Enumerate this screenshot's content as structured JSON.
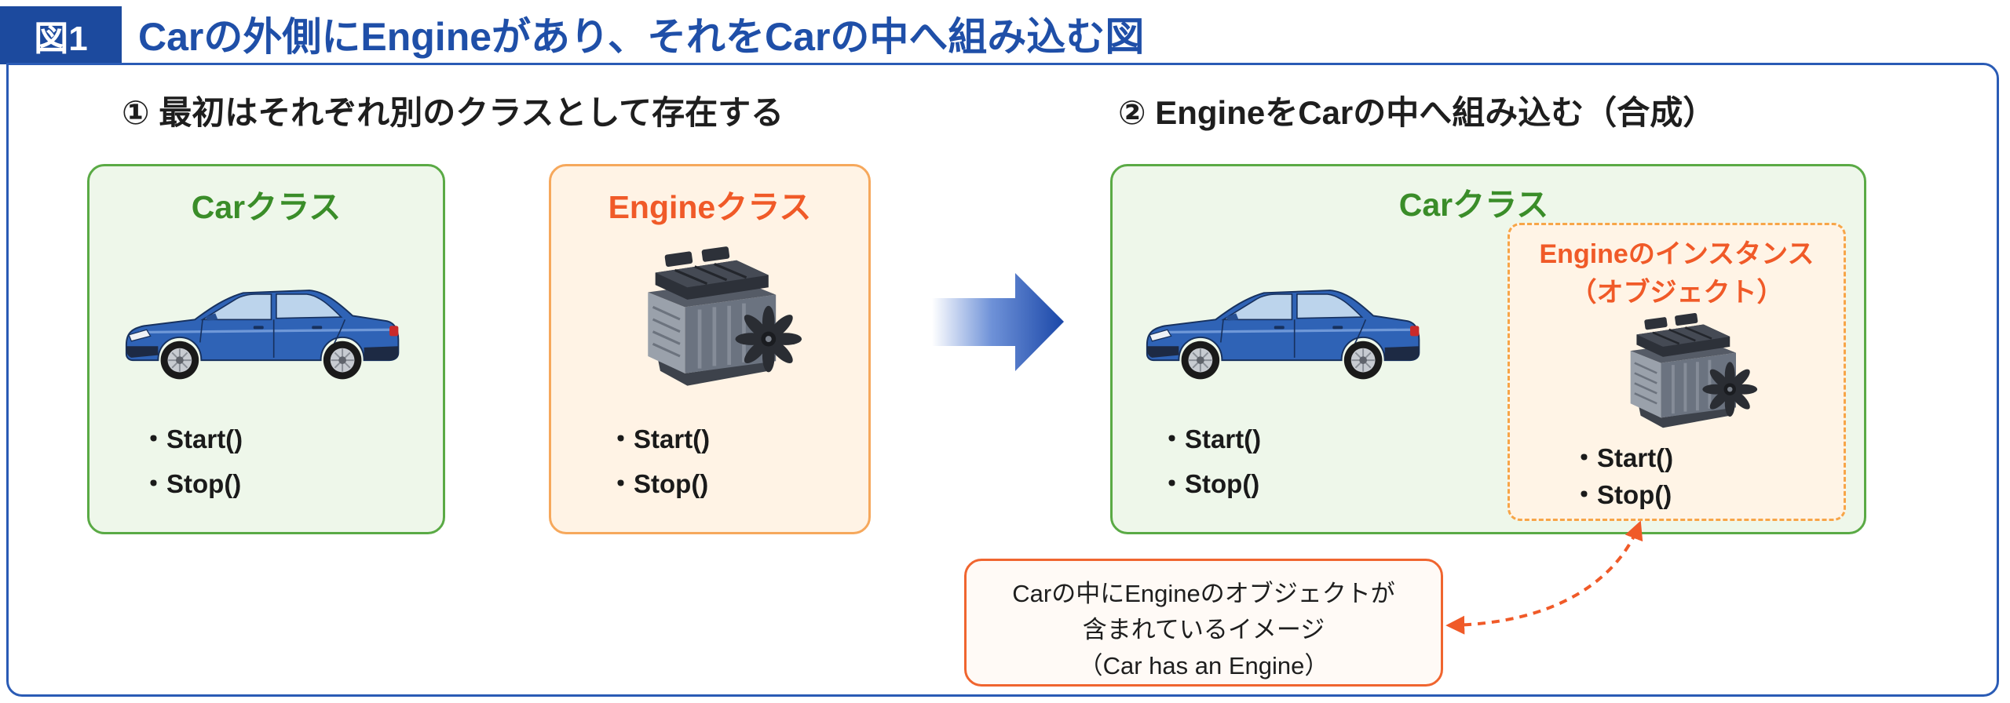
{
  "figure": {
    "badge": "図1",
    "title": "Carの外側にEngineがあり、それをCarの中へ組み込む図"
  },
  "step1": {
    "heading": "① 最初はそれぞれ別のクラスとして存在する",
    "car_class": {
      "title": "Carクラス",
      "icon": "car-icon",
      "methods": [
        "・Start()",
        "・Stop()"
      ]
    },
    "engine_class": {
      "title": "Engineクラス",
      "icon": "engine-icon",
      "methods": [
        "・Start()",
        "・Stop()"
      ]
    }
  },
  "transition_arrow": {
    "icon": "right-arrow-icon"
  },
  "step2": {
    "heading": "② EngineをCarの中へ組み込む（合成）",
    "car_class": {
      "title": "Carクラス",
      "icon": "car-icon",
      "methods": [
        "・Start()",
        "・Stop()"
      ],
      "engine_instance": {
        "title_lines": [
          "Engineのインスタンス",
          "（オブジェクト）"
        ],
        "icon": "engine-icon",
        "methods": [
          "・Start()",
          "・Stop()"
        ]
      }
    }
  },
  "callout": {
    "lines": [
      "Carの中にEngineのオブジェクトが",
      "含まれているイメージ",
      "（Car has an Engine）"
    ],
    "connector_icon": "dashed-double-arrow-icon"
  },
  "colors": {
    "figure_blue": "#1c4a9e",
    "title_blue": "#1f4fa8",
    "car_green": "#3a8d29",
    "engine_orange": "#f05a28"
  }
}
